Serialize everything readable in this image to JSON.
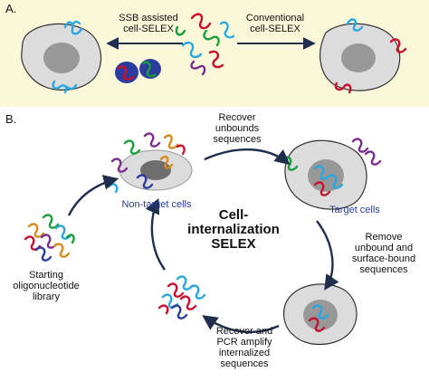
{
  "panel_a": {
    "label": "A.",
    "left_method": [
      "SSB assisted",
      "cell-SELEX"
    ],
    "right_method": [
      "Conventional",
      "cell-SELEX"
    ]
  },
  "panel_b": {
    "label": "B.",
    "center_title": [
      "Cell-",
      "internalization",
      "SELEX"
    ],
    "step_recover_unbound": [
      "Recover",
      "unbounds",
      "sequences"
    ],
    "step_remove_unbound": [
      "Remove",
      "unbound and",
      "surface-bound",
      "sequences"
    ],
    "step_recover_pcr": [
      "Recover and",
      "PCR amplify",
      "internalized",
      "sequences"
    ],
    "starting_library": [
      "Starting",
      "oligonucleotide",
      "library"
    ],
    "non_target_cells": "Non-target cells",
    "target_cells": "Target cells"
  },
  "colors": {
    "panel_a_bg": "#fbf8d9",
    "arrow": "#1f2e4d",
    "cell_fill": "#dcdcdc",
    "nucleus_fill": "#8c8c8c",
    "label_blue": "#2a3d9e",
    "strand_red": "#c8102e",
    "strand_blue": "#2aa7e0",
    "strand_green": "#1a9d3a",
    "strand_purple": "#7b2d8e",
    "strand_orange": "#d98a1f"
  }
}
